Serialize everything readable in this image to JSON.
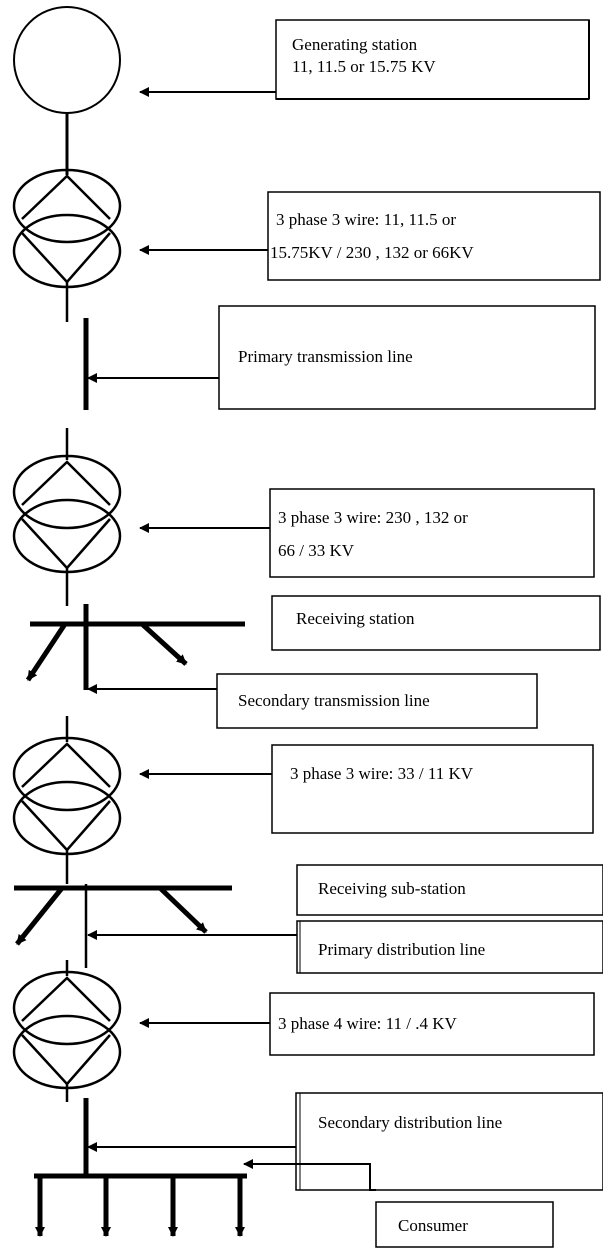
{
  "labels": {
    "generating_station": [
      "Generating station",
      "11, 11.5 or 15.75 KV"
    ],
    "step_up_transformer": [
      "3 phase 3 wire: 11, 11.5 or",
      "15.75KV /  230 , 132  or 66KV"
    ],
    "primary_transmission": [
      "Primary transmission line"
    ],
    "transformer_2": [
      "3 phase 3 wire:  230 , 132  or",
      "66  / 33 KV"
    ],
    "receiving_station": [
      "Receiving station"
    ],
    "secondary_transmission": [
      "Secondary transmission line"
    ],
    "transformer_3": [
      "3 phase 3 wire:   33 / 11  KV"
    ],
    "receiving_substation": [
      "Receiving sub-station"
    ],
    "primary_distribution": [
      "Primary distribution line"
    ],
    "transformer_4": [
      "3 phase 4 wire:    11 / .4  KV"
    ],
    "secondary_distribution": [
      "Secondary distribution line"
    ],
    "consumer": [
      "Consumer"
    ]
  }
}
